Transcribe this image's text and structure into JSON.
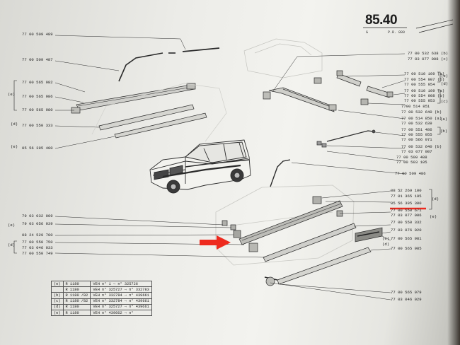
{
  "header": {
    "page_number": "85.40",
    "sub_left": "G",
    "sub_right": "P.R. 880"
  },
  "colors": {
    "arrow": "#ee2a1e",
    "underline": "#ee2a1e",
    "ink": "#222222"
  },
  "part_numbers_left": [
    "77 00 509 489",
    "77 00 509 487",
    "77 00 565 982",
    "77 00 565 986",
    "77 00 565 980",
    "77 00 550 333",
    "05 56 395 400",
    "79 03 032 009",
    "79 03 056 039",
    "08 24 529 700",
    "77 00 550 750",
    "77 03 046 033",
    "77 00 550 749"
  ],
  "left_refs": [
    "(e)",
    "(d)",
    "(e)",
    "(e)",
    "(d)"
  ],
  "part_numbers_right_upper": [
    "77 00 532 638 (b)",
    "77 03 077 008 (c)",
    "77 00 510 109 (a)",
    "77 00 554 007 (b)",
    "77 00 555 954",
    "77 00 510 109 (a)",
    "77 00 554 008 (b)",
    "77 00 555 953",
    "7700 514 851",
    "77 00 532 640 (b)",
    "77 00 514 850 (a)",
    "77 00 532 639",
    "77 00 551 486",
    "77 00 555 955",
    "77 00 566 971",
    "77 00 532 640 (b)",
    "77 03 077 007",
    "77 00 509 488",
    "77 00 503 105",
    "77 00 509 486"
  ],
  "part_numbers_right_lower": [
    "08 52 269 100",
    "77 01 365 195",
    "05 56 395 300",
    "77 00 550 671",
    "77 03 077 006",
    "77 00 550 332",
    "77 03 076 020",
    "77 00 565 981",
    "77 00 565 985",
    "77 00 565 979",
    "77 03 046 029"
  ],
  "right_refs": [
    "(e)",
    "(d)",
    "(c)",
    "(a)",
    "(b)",
    "(d)",
    "(e)",
    "(e)",
    "(d)"
  ],
  "vin_table": [
    {
      "ref": "(e)",
      "model": "R 1180",
      "from": "VEH n°",
      "from_val": "1",
      "to": "n°",
      "to_val": "325726"
    },
    {
      "ref": "",
      "model": "R 1180",
      "from": "VEH n° 325727",
      "from_val": "",
      "to": "n°",
      "to_val": "332783"
    },
    {
      "ref": "(b)",
      "model": "R 1180 /82",
      "from": "VEH n°",
      "from_val": "332784",
      "to": "n°",
      "to_val": "439661"
    },
    {
      "ref": "(c)",
      "model": "R 1180 /82",
      "from": "VEH n°",
      "from_val": "332784",
      "to": "n°",
      "to_val": "439661"
    },
    {
      "ref": "(d)",
      "model": "R 1180",
      "from": "VEH n° 325727",
      "from_val": "",
      "to": "n°",
      "to_val": "439661"
    },
    {
      "ref": "(e)",
      "model": "R 1180",
      "from": "VEH n° 439662",
      "from_val": "",
      "to": "n°",
      "to_val": ""
    }
  ]
}
